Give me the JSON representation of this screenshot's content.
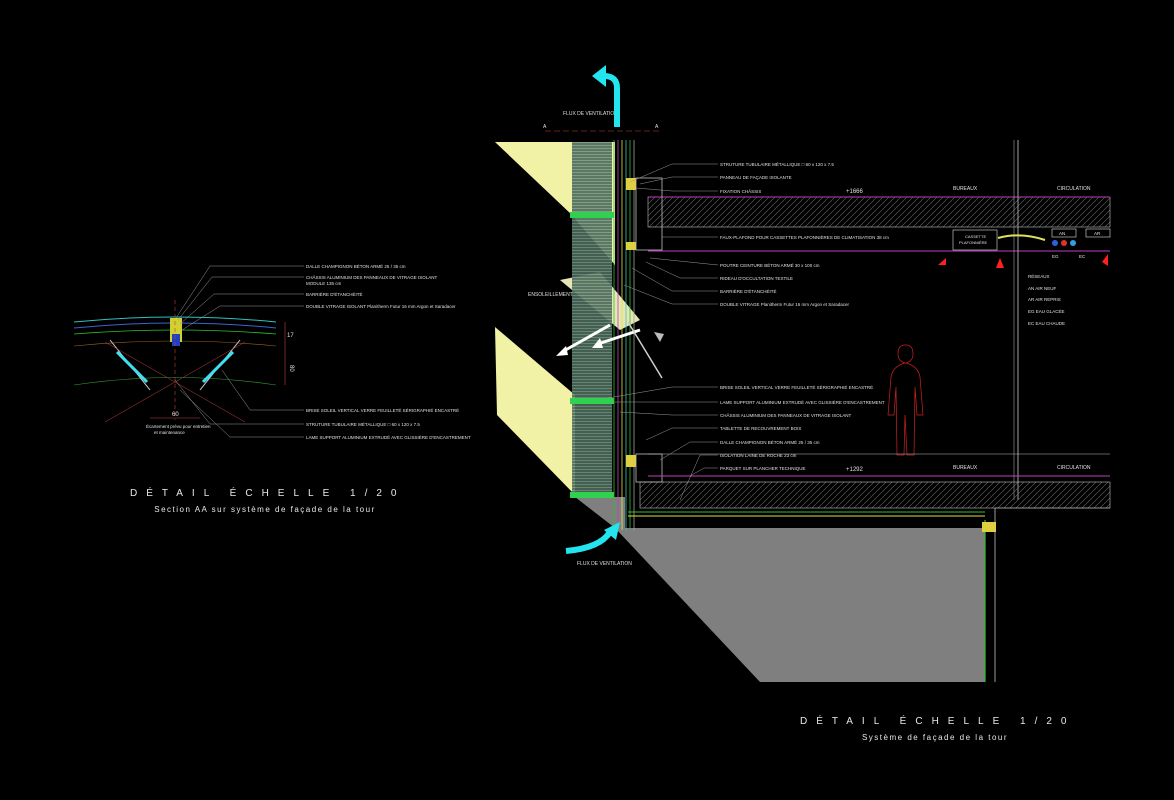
{
  "colors": {
    "background": "#000000",
    "light_yellow": "#ffffb0",
    "cyan_arrow": "#22e5f0",
    "concrete_gray": "#808080",
    "magenta_line": "#c040c0",
    "red_marker": "#ff2020",
    "green_line": "#30c030",
    "leader_line": "#9a9a9a"
  },
  "left_detail": {
    "labels": [
      "DALLE CHAMPIGNON BÉTON ARMÉ 25 / 35 cm",
      "CHÂSSIS ALUMINIUM DES PANNEAUX DE VITRAGE ISOLANT",
      "MODULE 135 cm",
      "BARRIÈRE D'ÉTANCHÉITÉ",
      "DOUBLE VITRAGE ISOLANT Planitherm Futur 16 mm Argon et Saradacer",
      "BRISE SOLEIL VERTICAL VERRE FEUILLETÉ SÉRIGRAPHIÉ ENCASTRÉ",
      "STRUTURE TUBULAIRE MÉTALLIQUE  □ 60 x 120 x 7.5",
      "LAME SUPPORT ALUMINIUM EXTRUDÉ AVEC GLISSIÈRE D'ENCASTREMENT"
    ],
    "dim_60": "60",
    "dim_17": "17",
    "dim_80": "80",
    "note_line1": "Écartement prévu pour entretien",
    "note_line2": "et maintenance",
    "title": "DÉTAIL  ÉCHELLE 1/20",
    "subtitle": "Section AA sur système de façade de la tour"
  },
  "right_detail": {
    "flux_top": "FLUX DE VENTILATION",
    "flux_bottom": "FLUX DE VENTILATION",
    "section_mark_a": "A",
    "ensoleillement": "ENSOLEILLEMENT",
    "labels_top": [
      "STRUTURE TUBULAIRE MÉTALLIQUE   □ 60 x 120 x 7.5",
      "PANNEAU DE FAÇADE ISOLANTE",
      "FIXATION CHÂSSIS",
      "FAUX-PLAFOND POUR CASSETTES PLAFONNIÈRES DE CLIMATISATION 38 cm",
      "POUTRE CEINTURE BÉTON ARMÉ 30 x 100 cm",
      "RIDEAU D'OCCULTATION TEXTILE",
      "BARRIÈRE D'ÉTANCHÉITÉ",
      "DOUBLE VITRAGE Planitherm Futur 16 mm Argon et Saradacer"
    ],
    "labels_bottom": [
      "BRISE SOLEIL VERTICAL VERRE FEUILLETÉ SÉRIGRAPHIÉ ENCASTRÉ",
      "LAME SUPPORT ALUMINIUM EXTRUDÉ AVEC GLISSIÈRE D'ENCASTREMENT",
      "CHÂSSIS ALUMINIUM DES PANNEAUX DE VITRAGE ISOLANT",
      "TABLETTE DE RECOUVREMENT BOIS",
      "DALLE CHAMPIGNON BÉTON ARMÉ 25 / 35 cm",
      "ISOLATION LAINE DE ROCHE 23 cm",
      "PARQUET SUR PLANCHER TECHNIQUE"
    ],
    "level_upper": "+1666",
    "level_lower": "+1292",
    "bureaux_upper": "BUREAUX",
    "bureaux_lower": "BUREAUX",
    "circulation_upper": "CIRCULATION",
    "circulation_lower": "CIRCULATION",
    "cassette_line1": "CASSETTE",
    "cassette_line2": "PLAFONNIÈRE",
    "duct_an": "AN",
    "duct_ar": "AR",
    "duct_eg": "EG",
    "duct_ec": "EC",
    "reseaux_title": "RÉSEAUX",
    "reseaux": [
      "AN  AIR NEUF",
      "AR  AIR REPRIS",
      "EG  EAU GLACÉE",
      "EC  EAU CHAUDE"
    ],
    "title": "DÉTAIL  ÉCHELLE 1/20",
    "subtitle": "Système  de  façade  de  la  tour"
  }
}
